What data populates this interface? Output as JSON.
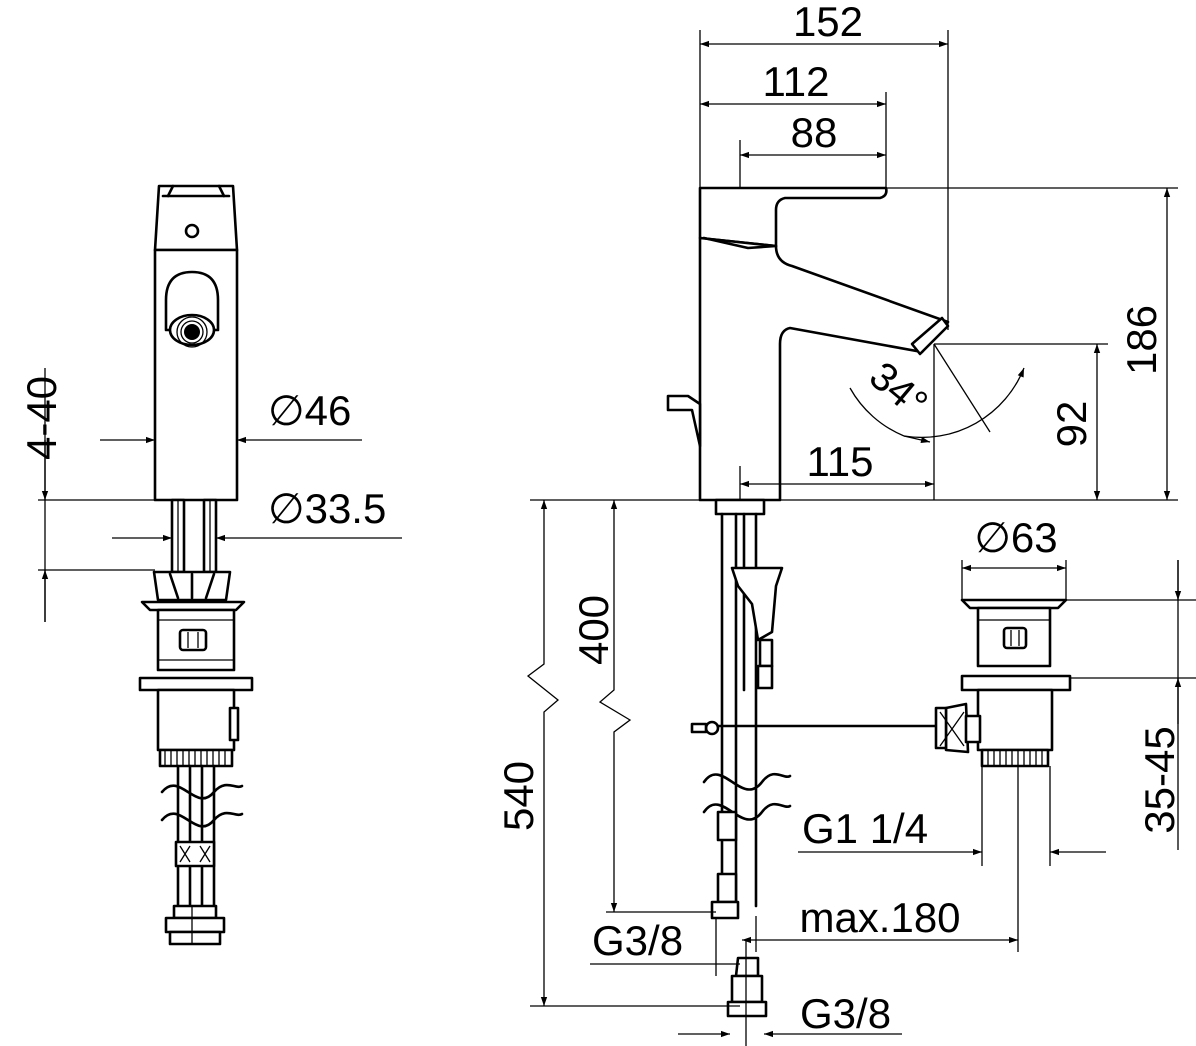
{
  "dimensions": {
    "w152": "152",
    "w112": "112",
    "w88": "88",
    "h186": "186",
    "h92": "92",
    "a34": "34°",
    "w115": "115",
    "dia46": "∅46",
    "dia33": "∅33.5",
    "adj440": "4-40",
    "h400": "400",
    "h540": "540",
    "dia63": "∅63",
    "adj3545": "35-45",
    "g114": "G1 1/4",
    "max180": "max.180",
    "g38a": "G3/8",
    "g38b": "G3/8"
  }
}
